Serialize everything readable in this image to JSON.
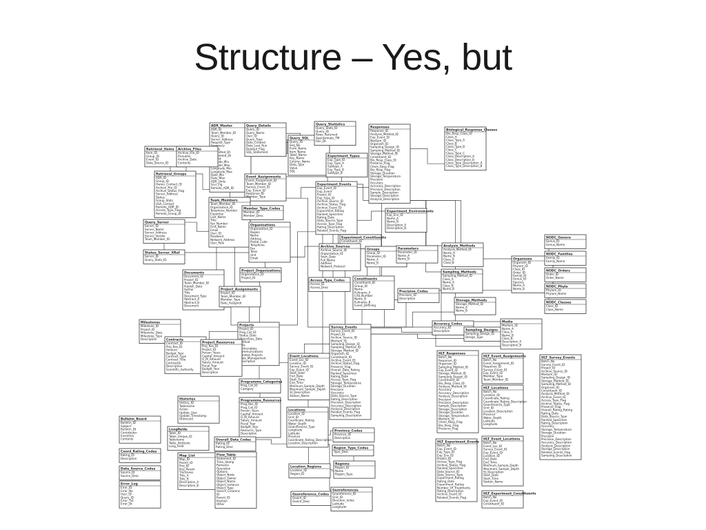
{
  "slide": {
    "title": "Structure – Yes, but"
  },
  "tables": [
    {
      "name": "ADR_Master",
      "fields": [
        "ADR_ID",
        "Team_Member_ID",
        "Query_ID",
        "Server_Address",
        "Request_Type",
        "Summary",
        "Status",
        "Submitted_Dt",
        "Completed_Dt",
        "Submit",
        "Latitude_Min",
        "Latitude_Max",
        "Longitude_Min",
        "Longitude_Max",
        "Date_Min",
        "Date_Max",
        "ADR_Units",
        "Srvr_Flg",
        "Remote_ADR_ID"
      ]
    },
    {
      "name": "Query_Details",
      "fields": [
        "Query_ID",
        "Query_Name",
        "User_ID",
        "Query_Type",
        "Date_Created",
        "Date_Last_Run",
        "Deleted_Flag",
        "SQL_Statement"
      ]
    },
    {
      "name": "Query_SQL",
      "fields": [
        "Query_ID",
        "Seq_No",
        "Form_Name",
        "Item_Name",
        "Table_Name",
        "Key_Name",
        "Column_Name",
        "Data_Type",
        "Value",
        "SQL"
      ]
    },
    {
      "name": "Query_Statistics",
      "fields": [
        "Query_Stats_ID",
        "Query_ID",
        "Rows_Returned",
        "Approximate_TM",
        "Run_Dt"
      ]
    },
    {
      "name": "Responses",
      "fields": [
        "Response_ID",
        "Analysis_Method_ID",
        "Exp_Event_ID",
        "Medium_ID",
        "Organism_ID",
        "Sampling_Design_ID",
        "Sampling_Method_ID",
        "Storage_Method_ID",
        "Constituent_ID",
        "Bio_Resp_Class_ID",
        "Preserve_Flag",
        "Chem_Resp_Flag",
        "Bio_Resp_Flag",
        "Storage_Duration",
        "Storage_Temperature",
        "Precision",
        "Accuracy",
        "Accuracy_Description",
        "Precision_Description",
        "Sample_Description",
        "Storage_Description",
        "Analysis_Description"
      ]
    },
    {
      "name": "Biological_Response_Classes",
      "fields": [
        "Bio_Resp_Class_ID",
        "Class_A",
        "Class_Type_A",
        "Class_B",
        "Class_Type_B",
        "Class_C",
        "Class_Type_C",
        "Class_Description_A",
        "Class_Description_B",
        "Class_Type_Description_A",
        "Class_Type_Description_B"
      ]
    },
    {
      "name": "Retrieval_Items",
      "fields": [
        "Item_ID",
        "Group_ID",
        "Event_ID",
        "Data_Source_ID"
      ]
    },
    {
      "name": "Archive_Files",
      "fields": [
        "Archive_File_ID",
        "Filename",
        "Archive_Date",
        "Contents"
      ]
    },
    {
      "name": "Retrieval_Groups",
      "fields": [
        "ADR_ID",
        "Group_ID",
        "Owner_Contact_ID",
        "Archive_File_ID",
        "Archive_Status_Flag",
        "Server_Address",
        "Status",
        "Group_Stats",
        "USA_Contact",
        "Remote_ADR_ID",
        "Access_Type_Flag",
        "Remote_Group_ID"
      ]
    },
    {
      "name": "Event_Assignments",
      "fields": [
        "Event_Assignment_ID",
        "Team_Member_ID",
        "Survey_Event_ID",
        "Exp_Event_ID",
        "Response_ID",
        "Member_Type"
      ]
    },
    {
      "name": "Experiment_Types",
      "fields": [
        "Exp_Type_ID",
        "Exp_Type_A",
        "Subtype_A",
        "Exp_Type_B",
        "Subtype_B"
      ]
    },
    {
      "name": "Experiment_Events",
      "fields": [
        "Exp_Event_ID",
        "Exp_Event",
        "Project_ID",
        "Exp_Type_ID",
        "Archive_Source_ID",
        "Archive_Status_Flag",
        "Archive_Event_ID",
        "Experiment_Rating",
        "Ranked_Specimen",
        "Rating_Date",
        "Data_Source_Type",
        "Access_Type_Flag",
        "Rating_Description",
        "Related_Events_Flag"
      ]
    },
    {
      "name": "Team_Members",
      "fields": [
        "Team_Member_ID",
        "Organization_ID",
        "Telephone_Number",
        "Expertise",
        "Last_Name",
        "Title",
        "Fax_Number",
        "First_Name",
        "Email",
        "User_ID",
        "Password",
        "Network_Address",
        "User_Role"
      ]
    },
    {
      "name": "Experiment_Environments",
      "fields": [
        "Exp_Env_ID",
        "Name_A",
        "Name_B",
        "Description_A",
        "Description_B"
      ]
    },
    {
      "name": "Member_Type_Codes",
      "fields": [
        "Member_ID",
        "Member_Desc"
      ]
    },
    {
      "name": "Query_Server",
      "fields": [
        "Server_ID",
        "Server_Name",
        "Server_Address",
        "Server_Vendor",
        "Team_Member_ID"
      ]
    },
    {
      "name": "Organizations",
      "fields": [
        "Organization_ID",
        "Region",
        "Name",
        "Address",
        "Postal_Code",
        "Telephone",
        "Fax",
        "Telex",
        "Unit",
        "Email"
      ]
    },
    {
      "name": "Experiment_Constituents",
      "fields": [
        "Constituent_ID",
        "Exp_Event_ID"
      ]
    },
    {
      "name": "Status_Server_XRef",
      "fields": [
        "Server_ID",
        "Query_Stats_ID"
      ]
    },
    {
      "name": "Archive_Sources",
      "fields": [
        "Archive_Source_ID",
        "Organization_ID",
        "Start_Date",
        "Full_Name",
        "Address",
        "Network_Protocol"
      ]
    },
    {
      "name": "Groups",
      "fields": [
        "Group_ID",
        "Parameter_ID",
        "Name_A",
        "Name_B"
      ]
    },
    {
      "name": "Parameters",
      "fields": [
        "Parameter_ID",
        "Name_A",
        "Name_B"
      ]
    },
    {
      "name": "Analysis_Methods",
      "fields": [
        "Analysis_Method_ID",
        "Name_A",
        "Name_B",
        "Class_A",
        "Class_B"
      ]
    },
    {
      "name": "Project_Organizations",
      "fields": [
        "Organization_ID",
        "Project_ID"
      ]
    },
    {
      "name": "Access_Type_Codes",
      "fields": [
        "Access_ID",
        "Access_Desc"
      ]
    },
    {
      "name": "Constituents",
      "fields": [
        "Constituent_ID",
        "Group_ID",
        "Name",
        "Fullname_A",
        "CAS_Number",
        "Name_B",
        "Fullname_B",
        "Event_Defining"
      ]
    },
    {
      "name": "Sampling_Methods",
      "fields": [
        "Sampling_Method_ID",
        "Class_A",
        "Name_A",
        "Class_B",
        "Name_B"
      ]
    },
    {
      "name": "Documents",
      "fields": [
        "Document_ID",
        "Project_ID",
        "Team_Member_ID",
        "Publish_Date",
        "Author",
        "Title",
        "Document_Type",
        "Abstract_A",
        "Abstract_B",
        "Document"
      ]
    },
    {
      "name": "Project_Assignments",
      "fields": [
        "Project_ID",
        "Team_Member_ID",
        "Member_Type",
        "Date_Assigned"
      ]
    },
    {
      "name": "Precision_Codes",
      "fields": [
        "Precision_ID",
        "Description"
      ]
    },
    {
      "name": "Storage_Methods",
      "fields": [
        "Storage_Method_ID",
        "Name_A",
        "Name_B"
      ]
    },
    {
      "name": "Organisms",
      "fields": [
        "Organism_ID",
        "Phylum_ID",
        "Class_ID",
        "Order_ID",
        "Family_ID",
        "Genus_ID",
        "Species",
        "Name_A",
        "Name_B"
      ]
    },
    {
      "name": "NODC_Genera",
      "fields": [
        "Genus_ID",
        "Genus_Name"
      ]
    },
    {
      "name": "NODC_Families",
      "fields": [
        "Family_ID",
        "Family_Name"
      ]
    },
    {
      "name": "NODC_Orders",
      "fields": [
        "Order_ID",
        "Order_Name"
      ]
    },
    {
      "name": "NODC_Phyla",
      "fields": [
        "Phylum_ID",
        "Phylum_Name"
      ]
    },
    {
      "name": "NODC_Classes",
      "fields": [
        "Class_ID",
        "Class_Name"
      ]
    },
    {
      "name": "Milestones",
      "fields": [
        "Milestone_ID",
        "Project_ID",
        "Milestone_Date",
        "Milestone_Type",
        "Description"
      ]
    },
    {
      "name": "Contracts",
      "fields": [
        "Contract_ID",
        "Proj_Res_ID",
        "Amount",
        "Budget_Year",
        "Contract_Type",
        "Contract_Title",
        "Contractor",
        "Description",
        "Scientific_Authority"
      ]
    },
    {
      "name": "Projects",
      "fields": [
        "Project_ID",
        "Prog_Cat_ID",
        "Status_Date",
        "Objectives_Date",
        "Method",
        "Title",
        "Deliverables",
        "Communications",
        "Related_Projects",
        "Data_Management",
        "Description"
      ]
    },
    {
      "name": "Project_Resources",
      "fields": [
        "Proj_Res_ID",
        "Project_ID",
        "Person_Years",
        "Capital_Amount",
        "O_M_Amount",
        "Salary_Amount",
        "Fiscal_Year",
        "Budget_Year",
        "Description"
      ]
    },
    {
      "name": "Accuracy_Codes",
      "fields": [
        "Accuracy_ID",
        "Description"
      ]
    },
    {
      "name": "Sampling_Designs",
      "fields": [
        "Sampling_Design_ID",
        "Design_Type"
      ]
    },
    {
      "name": "Media",
      "fields": [
        "Medium_ID",
        "Name_A",
        "Class_A",
        "Name_B",
        "Class_B",
        "Description_A",
        "Description_B"
      ]
    },
    {
      "name": "Survey_Events",
      "fields": [
        "Survey_Event_ID",
        "Project_ID",
        "Archive_Source_ID",
        "Medium_ID",
        "Sampling_Design_ID",
        "Sampling_Method_ID",
        "Storage_Method_ID",
        "Organism_ID",
        "Constituent_ID",
        "Archive_Event_ID",
        "Archive_Status_Flag",
        "Preserve_Flag",
        "Overall_Data_Rating",
        "Ranked_Specimen",
        "Rating_Date",
        "Access_Type_Flag",
        "Storage_Temperature",
        "Storage_Duration",
        "Precision",
        "Accuracy",
        "Data_Source_Type",
        "Rating_Description",
        "Precision_Description",
        "Accuracy_Description",
        "Analysis_Description",
        "Related_Events_Flag",
        "Sampling_Description"
      ]
    },
    {
      "name": "Event_Locations",
      "fields": [
        "Event_Loc_ID",
        "Location_ID",
        "Survey_Event_ID",
        "Exp_Event_ID",
        "Start_Date",
        "End_Date",
        "Start_Time",
        "End_Time",
        "Minimum_Sample_Depth",
        "Maximum_Sample_Depth",
        "St_Description",
        "Station_Name"
      ]
    },
    {
      "name": "HLT_Responses",
      "fields": [
        "Batch_No",
        "Response_ID",
        "Organism_ID",
        "Sampling_Method_ID",
        "Exp_Event_ID",
        "Storage_Method_ID",
        "Sampling_Design_ID",
        "Constituent_ID",
        "Bio_Resp_Class_ID",
        "Analysis_Method_ID",
        "Accuracy",
        "Accuracy_Description",
        "Analysis_Description",
        "Precision",
        "Precision_Description",
        "Sample_Description",
        "Storage_Description",
        "Storage_Duration",
        "Storage_Temperature",
        "Medium_ID",
        "Chem_Resp_Flag",
        "Bio_Resp_Flag",
        "Preserve_Flag"
      ]
    },
    {
      "name": "HLT_Event_Assignments",
      "fields": [
        "Batch_No",
        "Event_Assignment_ID",
        "Response_ID",
        "Survey_Event_ID",
        "Exp_Event_ID",
        "Member_Type",
        "Team_Member_ID"
      ]
    },
    {
      "name": "HLT_Survey_Events",
      "fields": [
        "Batch_No",
        "Survey_Event_ID",
        "Project_ID",
        "Archive_Source_ID",
        "Medium_ID",
        "Sampling_Design_ID",
        "Storage_Method_ID",
        "Sampling_Method_ID",
        "Organism_ID",
        "Constituent_ID",
        "Analysis_Method_ID",
        "Archive_Event_ID",
        "Access_Type_Flag",
        "Archive_Status_Flag",
        "Preserve_Flag",
        "Overall_Rating_Rating",
        "Rating_Date",
        "Data_Source_Type",
        "Ranked_Specimen",
        "Rating_Description",
        "Accuracy",
        "Storage_Temperature",
        "Storage_Duration",
        "Precision",
        "Precision_Description",
        "Accuracy_Description",
        "Analysis_Description",
        "Storage_Description",
        "Related_Events_Flag",
        "Sampling_Description"
      ]
    },
    {
      "name": "HLT_Locations",
      "fields": [
        "Batch_No",
        "Location_ID",
        "Coordinate_Rating",
        "Coordinate_Rating_Description",
        "Geoinference_Type",
        "Grid_ID",
        "Location_Description",
        "Province",
        "Water_Depth",
        "Latitude",
        "Longitude"
      ]
    },
    {
      "name": "Histories",
      "fields": [
        "History_ID",
        "Tablename",
        "Action",
        "Update_User",
        "Update_Timestamp",
        "Oldrecord"
      ]
    },
    {
      "name": "Programme_Categories",
      "fields": [
        "Prog_Cat_ID",
        "Category"
      ]
    },
    {
      "name": "Programme_Resources",
      "fields": [
        "Prog_Res_ID",
        "Prog_Cat_ID",
        "Person_Years",
        "Capital_Amount",
        "O_M_Amount",
        "Salary_Amount",
        "Fiscal_Year",
        "Budget_Year",
        "Resource_Type",
        "Description"
      ]
    },
    {
      "name": "Locations",
      "fields": [
        "Location_ID",
        "Grid_ID",
        "Coordinate_Rating",
        "Water_Depth",
        "Geoinference_Type",
        "Longitude",
        "Latitude",
        "Province",
        "Coordinate_Rating_Description",
        "Location_Description"
      ]
    },
    {
      "name": "Bulletin_Board",
      "fields": [
        "Bulletin_ID",
        "Subject",
        "Bulletin_Dt",
        "Contributor",
        "Inventory",
        "Contents"
      ]
    },
    {
      "name": "Longfields",
      "fields": [
        "Table_ID",
        "Table_Unique_ID",
        "Tablename",
        "Table_Attribute",
        "Long_Field"
      ]
    },
    {
      "name": "Overall_Data_Codes",
      "fields": [
        "Rating_ID",
        "Rating_Desc"
      ]
    },
    {
      "name": "Province_Codes",
      "fields": [
        "Province_ID",
        "Description"
      ]
    },
    {
      "name": "Coord_Rating_Codes",
      "fields": [
        "Rating_ID",
        "Description"
      ]
    },
    {
      "name": "Map_List",
      "fields": [
        "Map_ID",
        "Parent_ID",
        "Proj_ID",
        "Proj_Param",
        "Thickness",
        "Title_A",
        "Title_B",
        "Description_A",
        "Description_B"
      ]
    },
    {
      "name": "Flow_Table",
      "fields": [
        "Statement_ID",
        "Time_Stamp",
        "Remarks",
        "Operation",
        "Options",
        "Object_Node",
        "Object_Owner",
        "Object_Name",
        "Object_Instance",
        "Object_Type",
        "Search_Columns",
        "ID",
        "Parent_ID",
        "Position",
        "Other"
      ]
    },
    {
      "name": "Region_Type_Codes",
      "fields": [
        "Type_Desc"
      ]
    },
    {
      "name": "Location_Regions",
      "fields": [
        "Location_ID",
        "Region_ID"
      ]
    },
    {
      "name": "Regions",
      "fields": [
        "Region_ID",
        "Name",
        "Region_Type"
      ]
    },
    {
      "name": "HLT_Experiment_Events",
      "fields": [
        "Batch_No",
        "Exp_Event_ID",
        "Exp_Type_ID",
        "Exp_Env_ID",
        "Project_ID",
        "Access_Type_Flag",
        "Archive_Status_Flag",
        "Ranked_Specimen",
        "Data_Source_ID",
        "Data_Source_Type",
        "Experiment_Rating",
        "Rating_Date",
        "Experiment_Rating",
        "Number_Of_Treatments",
        "Rating_Description",
        "Archive_Event_ID",
        "Related_Events_Flag"
      ]
    },
    {
      "name": "HLT_Event_Locations",
      "fields": [
        "Batch_No",
        "Event_Loc_ID",
        "Survey_Event_ID",
        "Exp_Event_ID",
        "Location_ID",
        "End_Date",
        "End_Time",
        "Minimum_Sample_Depth",
        "Maximum_Sample_Depth",
        "St_Description",
        "Start_Date",
        "Start_Time",
        "Station_Name"
      ]
    },
    {
      "name": "Data_Source_Codes",
      "fields": [
        "Source_ID",
        "Source_Desc"
      ]
    },
    {
      "name": "Error_Log",
      "fields": [
        "Error_ID",
        "Error_No",
        "User_ID",
        "Query_ID",
        "Error_Txt",
        "Error_Dt"
      ]
    },
    {
      "name": "HLT_Experiment_Constituents",
      "fields": [
        "Batch_No",
        "Exp_Event_ID",
        "Constituent_ID"
      ]
    },
    {
      "name": "Georeference_Codes",
      "fields": [
        "Geoinf_ID",
        "Geoinf_Desc"
      ]
    },
    {
      "name": "Georeferences",
      "fields": [
        "Georeference_ID",
        "Grid_ID",
        "Direction_Index",
        "Latitude",
        "Longitude"
      ]
    }
  ]
}
